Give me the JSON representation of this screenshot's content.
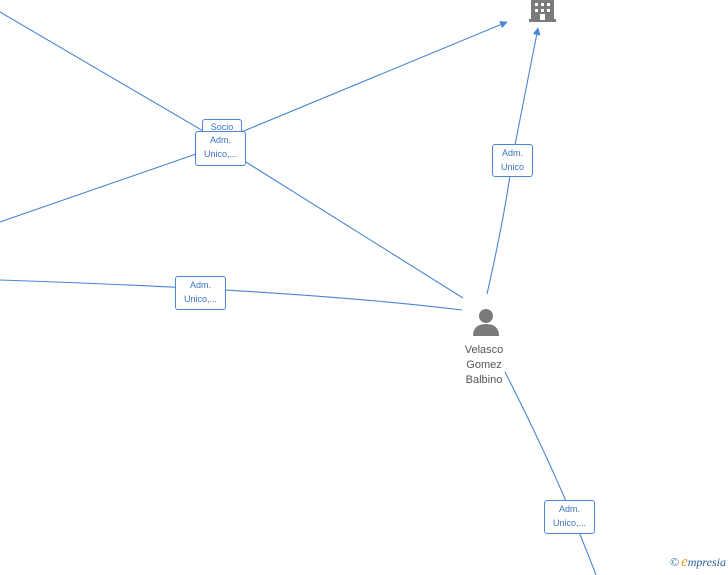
{
  "diagram": {
    "person": {
      "name_lines": [
        "Velasco",
        "Gomez",
        "Balbino"
      ],
      "icon": "person-icon"
    },
    "company": {
      "icon": "building-icon"
    },
    "edge_labels": [
      {
        "id": "socio",
        "lines": [
          "Socio"
        ]
      },
      {
        "id": "adm-top",
        "lines": [
          "Adm.",
          "Unico,..."
        ]
      },
      {
        "id": "adm-unico",
        "lines": [
          "Adm.",
          "Unico"
        ]
      },
      {
        "id": "adm-left",
        "lines": [
          "Adm.",
          "Unico,..."
        ]
      },
      {
        "id": "adm-bottom",
        "lines": [
          "Adm.",
          "Unico,..."
        ]
      }
    ]
  },
  "watermark": {
    "copyright": "©",
    "brand_initial": "e",
    "brand_rest": "mpresia"
  },
  "colors": {
    "edge": "#4a86d4",
    "node_icon": "#7a7a7a",
    "label_text": "#3a73c2"
  }
}
